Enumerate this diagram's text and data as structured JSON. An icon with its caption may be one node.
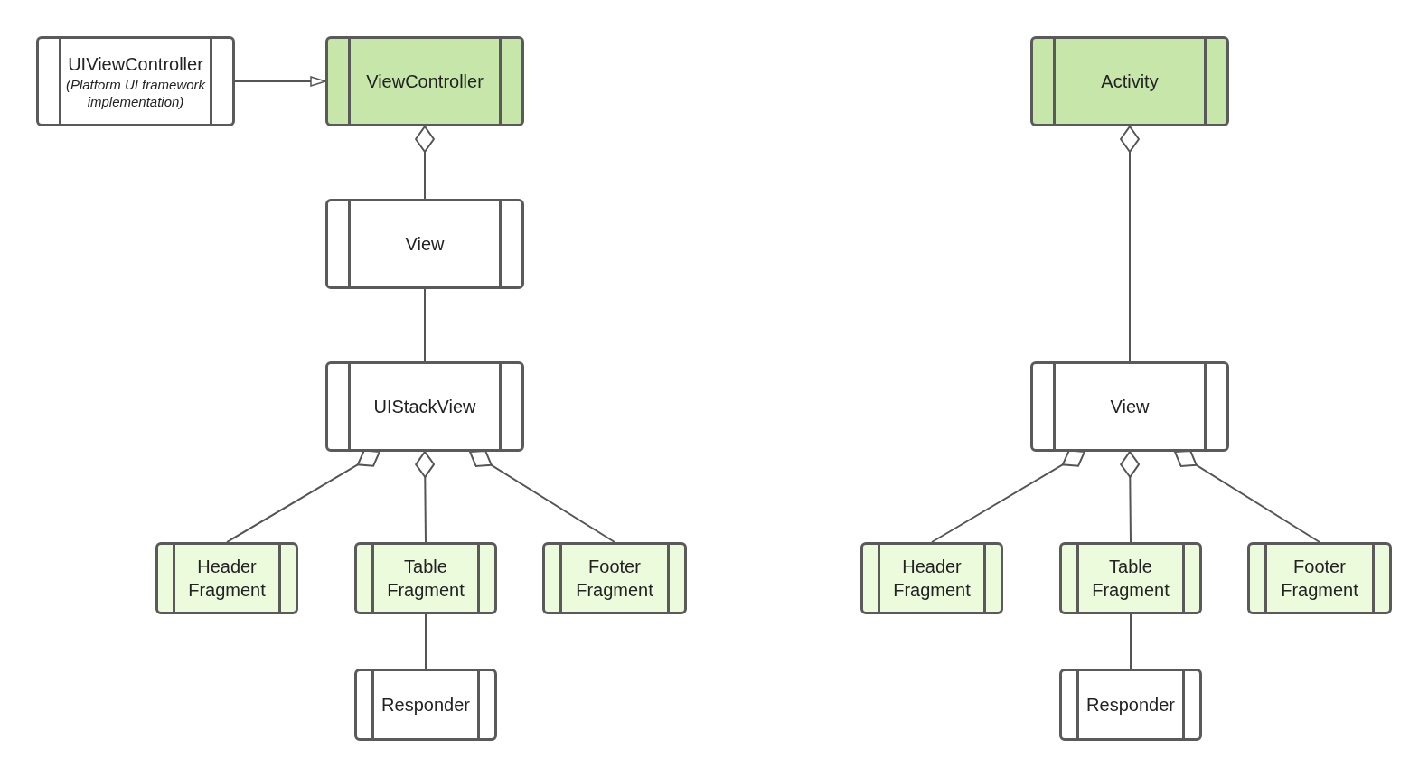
{
  "diagram": {
    "nodes": [
      {
        "text": [
          "UIViewController",
          "(Platform UI framework implementation)"
        ]
      },
      {
        "text": [
          "ViewController"
        ]
      },
      {
        "text": [
          "View"
        ]
      },
      {
        "text": [
          "UIStackView"
        ]
      },
      {
        "text": [
          "Header Fragment"
        ]
      },
      {
        "text": [
          "Table Fragment"
        ]
      },
      {
        "text": [
          "Footer Fragment"
        ]
      },
      {
        "text": [
          "Responder"
        ]
      },
      {
        "text": [
          "Activity"
        ]
      },
      {
        "text": [
          "View"
        ]
      },
      {
        "text": [
          "Header Fragment"
        ]
      },
      {
        "text": [
          "Table Fragment"
        ]
      },
      {
        "text": [
          "Footer Fragment"
        ]
      },
      {
        "text": [
          "Responder"
        ]
      }
    ],
    "edges": [
      {
        "from": 0,
        "to": 1,
        "arrow": "to"
      },
      {
        "from": 2,
        "to": 1,
        "arrow": "other"
      },
      {
        "from": 2,
        "to": 3,
        "arrow": "none"
      },
      {
        "from": 4,
        "to": 3,
        "arrow": "other"
      },
      {
        "from": 5,
        "to": 3,
        "arrow": "other"
      },
      {
        "from": 6,
        "to": 3,
        "arrow": "other"
      },
      {
        "from": 5,
        "to": 7,
        "arrow": "none"
      },
      {
        "from": 9,
        "to": 8,
        "arrow": "other"
      },
      {
        "from": 10,
        "to": 9,
        "arrow": "other"
      },
      {
        "from": 11,
        "to": 9,
        "arrow": "other"
      },
      {
        "from": 12,
        "to": 9,
        "arrow": "other"
      },
      {
        "from": 11,
        "to": 13,
        "arrow": "none"
      }
    ]
  }
}
